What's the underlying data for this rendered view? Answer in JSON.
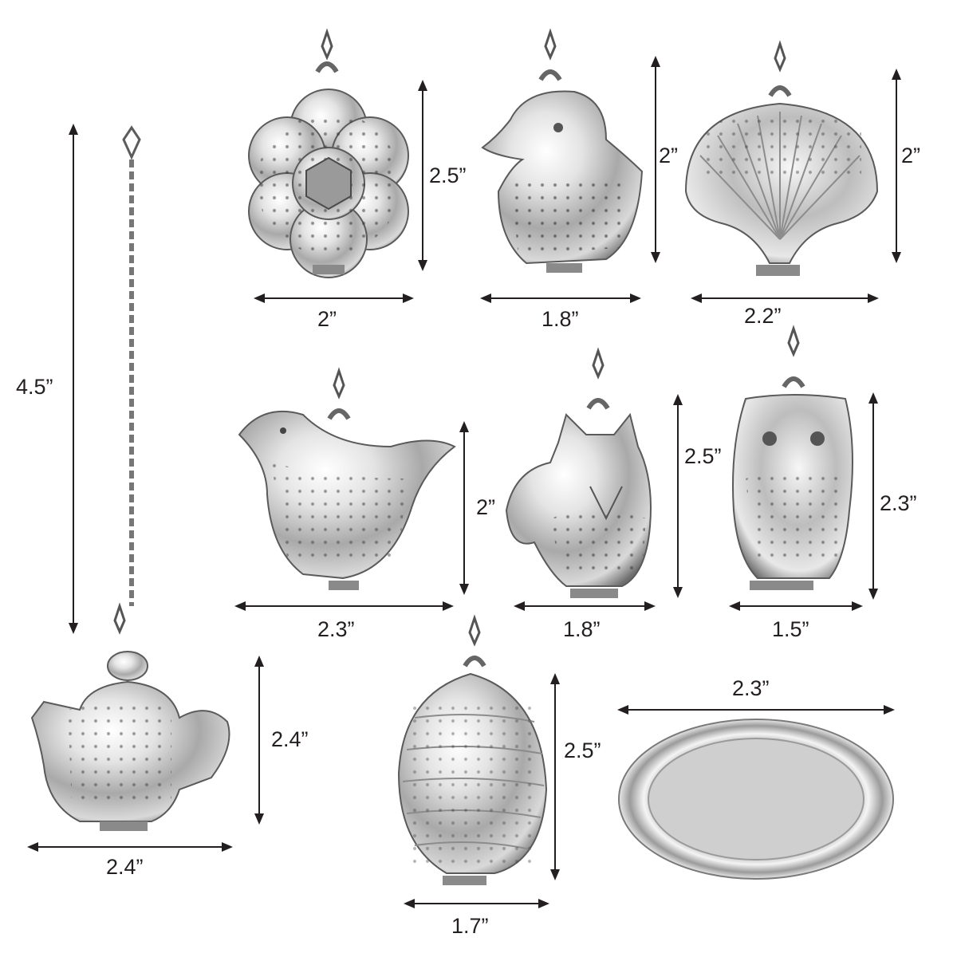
{
  "product_photo": {
    "items": [
      {
        "name": "flower-infuser",
        "width": "2”",
        "height": "2.5”"
      },
      {
        "name": "duck-infuser",
        "width": "1.8”",
        "height": "2”"
      },
      {
        "name": "shell-infuser",
        "width": "2.2”",
        "height": "2”"
      },
      {
        "name": "bird-infuser",
        "width": "2.3”",
        "height": "2”"
      },
      {
        "name": "fox-infuser",
        "width": "1.8”",
        "height": "2.5”"
      },
      {
        "name": "owl-infuser",
        "width": "1.5”",
        "height": "2.3”"
      },
      {
        "name": "teapot-infuser",
        "width": "2.4”",
        "height": "2.4”"
      },
      {
        "name": "leaf-infuser",
        "width": "1.7”",
        "height": "2.5”"
      },
      {
        "name": "drip-tray",
        "width": "2.3”"
      }
    ],
    "chain_length": "4.5”",
    "colors": {
      "metal_light": "#f2f2f2",
      "metal_dark": "#6e6e6e",
      "ink": "#231f20",
      "background": "#ffffff"
    }
  }
}
